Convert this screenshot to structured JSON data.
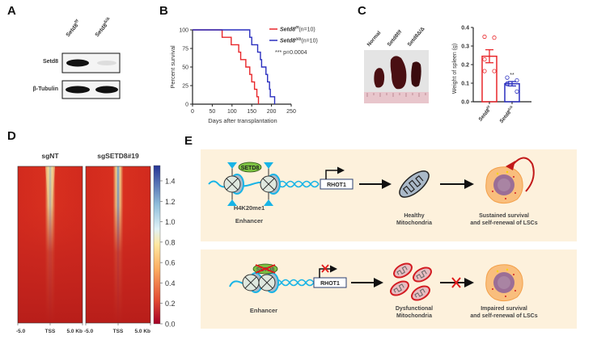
{
  "panels": {
    "A": {
      "letter": "A",
      "lanes": [
        "Setd8f/f",
        "Setd8Δ/Δ"
      ],
      "lane_superscripts": [
        "f/f",
        "Δ/Δ"
      ],
      "lane_base": "Setd8",
      "rows": [
        {
          "label": "Setd8",
          "band_intensity": [
            1.0,
            0.05
          ]
        },
        {
          "label": "β-Tubulin",
          "band_intensity": [
            1.0,
            1.0
          ]
        }
      ]
    },
    "B": {
      "letter": "B"
    },
    "C": {
      "letter": "C",
      "photo_labels": [
        "Normal",
        "Setd8f/f",
        "Setd8Δ/Δ"
      ]
    },
    "D": {
      "letter": "D",
      "heatmap_titles": [
        "sgNT",
        "sgSETD8#19"
      ],
      "x_ticks": [
        "-5.0",
        "TSS",
        "5.0 Kb"
      ],
      "colorbar_ticks": [
        "0.0",
        "0.2",
        "0.4",
        "0.6",
        "0.8",
        "1.0",
        "1.2",
        "1.4"
      ],
      "colorbar_range": [
        0.0,
        1.55
      ]
    },
    "E": {
      "letter": "E",
      "top": {
        "protein": "SETD8",
        "mark": "H4K20me1",
        "region": "Enhancer",
        "gene": "RHOT1",
        "mito_label": [
          "Healthy",
          "Mitochondria"
        ],
        "outcome": [
          "Sustained survival",
          "and self-renewal of LSCs"
        ]
      },
      "bottom": {
        "protein": "SETD8",
        "region": "Enhancer",
        "gene": "RHOT1",
        "mito_label": [
          "Dysfunctional",
          "Mitochondria"
        ],
        "outcome": [
          "Impaired survival",
          "and self-renewal of LSCs"
        ]
      }
    }
  },
  "colors": {
    "red": "#e8262a",
    "blue": "#2a2fbf",
    "box_bg": "#fdf1dc",
    "cyan": "#18b4e6",
    "setd8_green": "#7dc242"
  },
  "chart_data": [
    {
      "type": "line",
      "subtype": "kaplan-meier",
      "title": "",
      "xlabel": "Days after transplantation",
      "ylabel": "Percent survival",
      "xlim": [
        0,
        250
      ],
      "ylim": [
        0,
        100
      ],
      "x_ticks": [
        0,
        50,
        100,
        150,
        200,
        250
      ],
      "y_ticks": [
        0,
        25,
        50,
        75,
        100
      ],
      "legend_position": "top-right",
      "annotation": "*** p=0.0004",
      "series": [
        {
          "name": "Setd8f/f (n=10)",
          "base": "Setd8",
          "sup": "f/f",
          "suffix": "(n=10)",
          "color": "#e8262a",
          "event_days": [
            75,
            98,
            117,
            122,
            135,
            145,
            150,
            157,
            163,
            167
          ]
        },
        {
          "name": "Setd8Δ/Δ (n=10)",
          "base": "Setd8",
          "sup": "Δ/Δ",
          "suffix": "(n=10)",
          "color": "#2a2fbf",
          "event_days": [
            145,
            150,
            165,
            172,
            175,
            186,
            190,
            195,
            197,
            208
          ]
        }
      ]
    },
    {
      "type": "bar",
      "title": "",
      "xlabel": "",
      "ylabel": "Weight of spleen (g)",
      "ylim": [
        0,
        0.4
      ],
      "y_ticks": [
        "0.0",
        "0.1",
        "0.2",
        "0.3",
        "0.4"
      ],
      "categories": [
        "Setd8f/f",
        "Setd8Δ/Δ"
      ],
      "category_sups": [
        "f/f",
        "Δ/Δ"
      ],
      "values": [
        0.245,
        0.097
      ],
      "errors": [
        0.035,
        0.012
      ],
      "points": [
        [
          0.35,
          0.345,
          0.228,
          0.165,
          0.165
        ],
        [
          0.13,
          0.115,
          0.098,
          0.095,
          0.055
        ]
      ],
      "colors": [
        "#e8262a",
        "#2a2fbf"
      ],
      "significance": [
        "",
        "**"
      ]
    }
  ]
}
